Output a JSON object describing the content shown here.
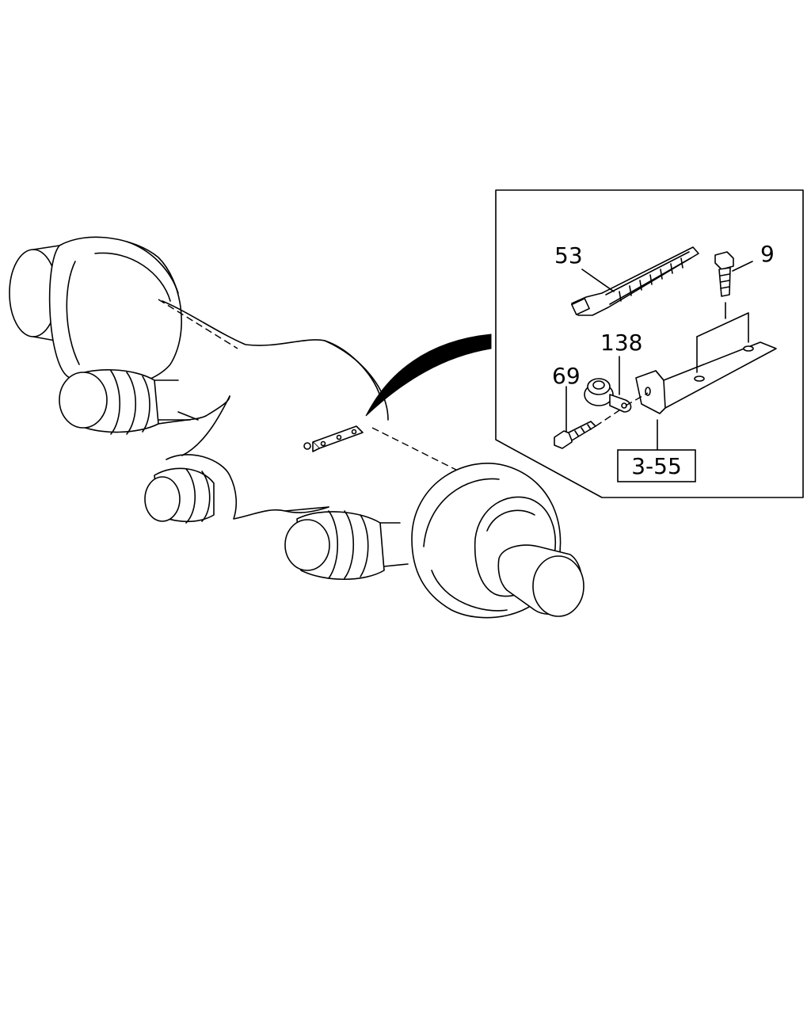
{
  "callouts": {
    "tie_strap": "53",
    "bolt_bracket": "9",
    "clip": "138",
    "bolt_clip": "69"
  },
  "reference": {
    "label": "3-55"
  }
}
